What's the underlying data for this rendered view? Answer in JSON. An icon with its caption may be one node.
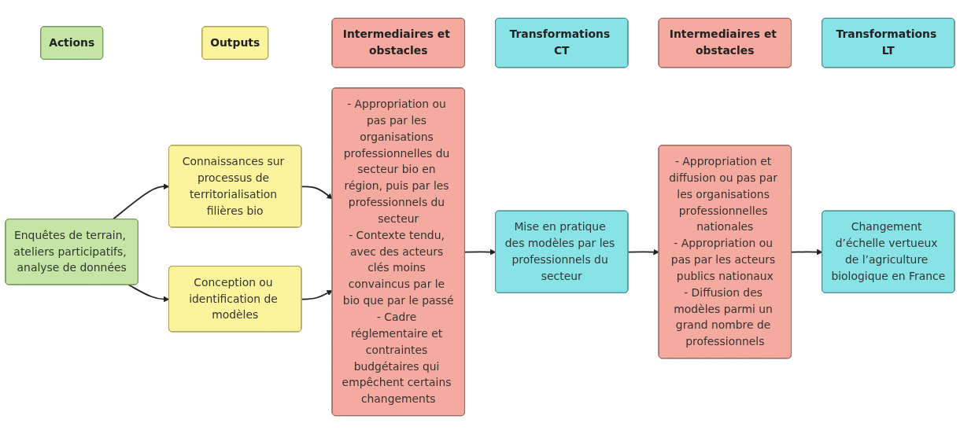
{
  "diagram": {
    "nodes": [
      {
        "text": [
          "Actions"
        ]
      },
      {
        "text": [
          "Outputs"
        ]
      },
      {
        "text": [
          "Intermediaires et obstacles"
        ]
      },
      {
        "text": [
          "Transformations CT"
        ]
      },
      {
        "text": [
          "Intermediaires et obstacles"
        ]
      },
      {
        "text": [
          "Transformations LT"
        ]
      },
      {
        "text": [
          "Enquêtes de terrain, ateliers participatifs, analyse de données"
        ]
      },
      {
        "text": [
          "Connaissances sur processus de territorialisation filières bio"
        ]
      },
      {
        "text": [
          "Conception ou identification de modèles"
        ]
      },
      {
        "text": [
          "- Appropriation ou pas par les organisations professionnelles du secteur bio en région, puis par les professionnels du secteur",
          "- Contexte tendu, avec des acteurs clés moins convaincus par le bio que par le passé",
          "- Cadre réglementaire et contraintes budgétaires qui empêchent certains changements"
        ]
      },
      {
        "text": [
          "Mise en pratique des modèles par les professionnels du secteur"
        ]
      },
      {
        "text": [
          "- Appropriation et diffusion ou pas par les organisations professionnelles nationales",
          "- Appropriation ou pas par les acteurs publics nationaux",
          "- Diffusion des modèles parmi un grand nombre de professionnels"
        ]
      },
      {
        "text": [
          "Changement d’échelle vertueux de l’agriculture biologique en France"
        ]
      }
    ],
    "edges": [
      {
        "from": 6,
        "to": 7,
        "arrow": "to"
      },
      {
        "from": 6,
        "to": 8,
        "arrow": "to"
      },
      {
        "from": 7,
        "to": 9,
        "arrow": "to"
      },
      {
        "from": 8,
        "to": 9,
        "arrow": "to"
      },
      {
        "from": 9,
        "to": 10,
        "arrow": "to"
      },
      {
        "from": 10,
        "to": 11,
        "arrow": "to"
      },
      {
        "from": 11,
        "to": 12,
        "arrow": "to"
      }
    ]
  }
}
